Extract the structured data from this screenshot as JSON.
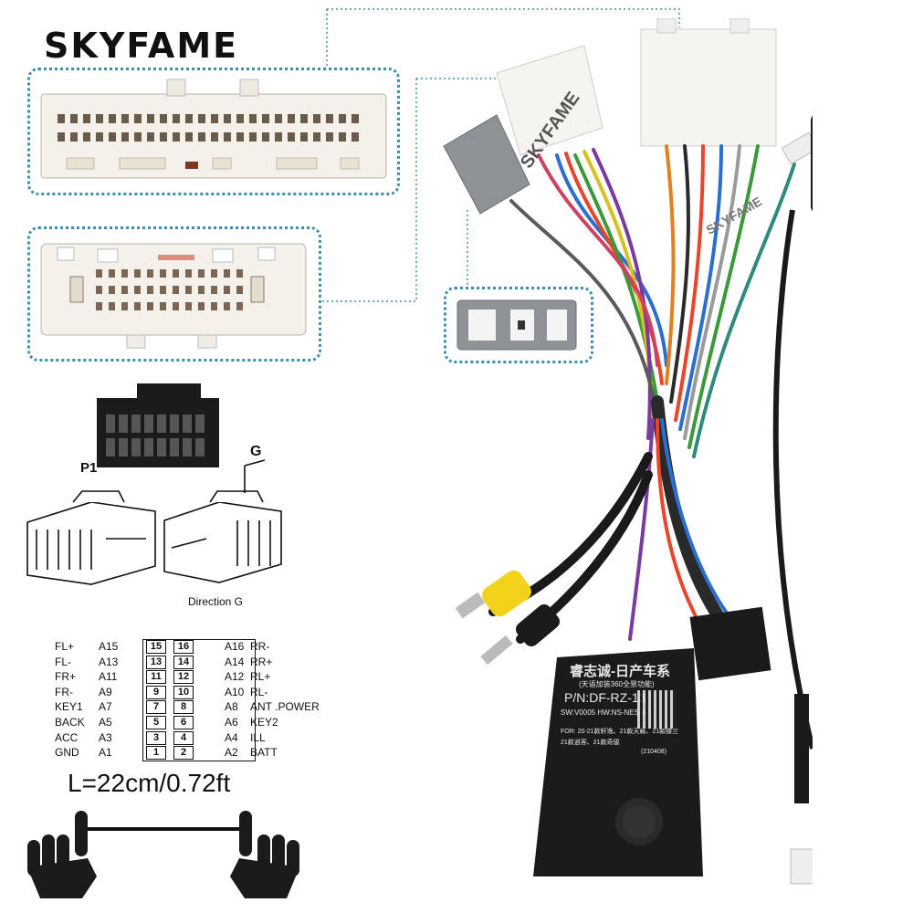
{
  "brand": "SKYFAME",
  "connector_labels": {
    "p1": "P1",
    "g": "G"
  },
  "direction_note": "Direction G",
  "length": "L=22cm/0.72ft",
  "pinout": {
    "left": [
      {
        "name": "FL+",
        "pin": "A15"
      },
      {
        "name": "FL-",
        "pin": "A13"
      },
      {
        "name": "FR+",
        "pin": "A11"
      },
      {
        "name": "FR-",
        "pin": "A9"
      },
      {
        "name": "KEY1",
        "pin": "A7"
      },
      {
        "name": "BACK",
        "pin": "A5"
      },
      {
        "name": "ACC",
        "pin": "A3"
      },
      {
        "name": "GND",
        "pin": "A1"
      }
    ],
    "right": [
      {
        "name": "RR-",
        "pin": "A16"
      },
      {
        "name": "RR+",
        "pin": "A14"
      },
      {
        "name": "RL+",
        "pin": "A12"
      },
      {
        "name": "RL-",
        "pin": "A10"
      },
      {
        "name": "ANT .POWER",
        "pin": "A8"
      },
      {
        "name": "KEY2",
        "pin": "A6"
      },
      {
        "name": "ILL",
        "pin": "A4"
      },
      {
        "name": "BATT",
        "pin": "A2"
      }
    ],
    "left_numbers": [
      "15",
      "13",
      "11",
      "9",
      "7",
      "5",
      "3",
      "1"
    ],
    "right_numbers": [
      "16",
      "14",
      "12",
      "10",
      "8",
      "6",
      "4",
      "2"
    ]
  },
  "module": {
    "title": "睿志诚-日产车系",
    "subtitle": "(天语加装360全景功能)",
    "part_number": "P/N:DF-RZ-13",
    "sw_line": "SW:V0005 HW:NS-NES-A",
    "line1": "FOR: 20-21款轩逸、21款天籁、21款楼兰",
    "line2": "21款逍客、21款奇骏",
    "code": "(210408)"
  },
  "watermark": "SKYFAME"
}
